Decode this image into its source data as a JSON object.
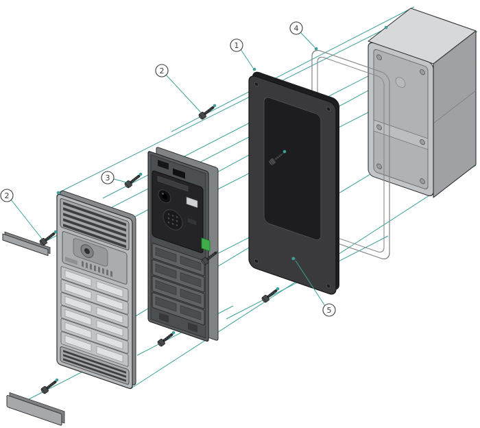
{
  "callouts": [
    {
      "label": "2"
    },
    {
      "label": "1"
    },
    {
      "label": "4"
    },
    {
      "label": "3"
    },
    {
      "label": "2"
    },
    {
      "label": "5"
    }
  ],
  "colors": {
    "accent": "#3aa099",
    "ink": "#3a3a3c",
    "background": "#ffffff",
    "frame_dark": "#3a3a3c",
    "metal_light": "#c2c5c7",
    "metal_mid": "#9fa2a4",
    "panel_silver": "#b7babc",
    "connector_green": "#3fae4a"
  }
}
